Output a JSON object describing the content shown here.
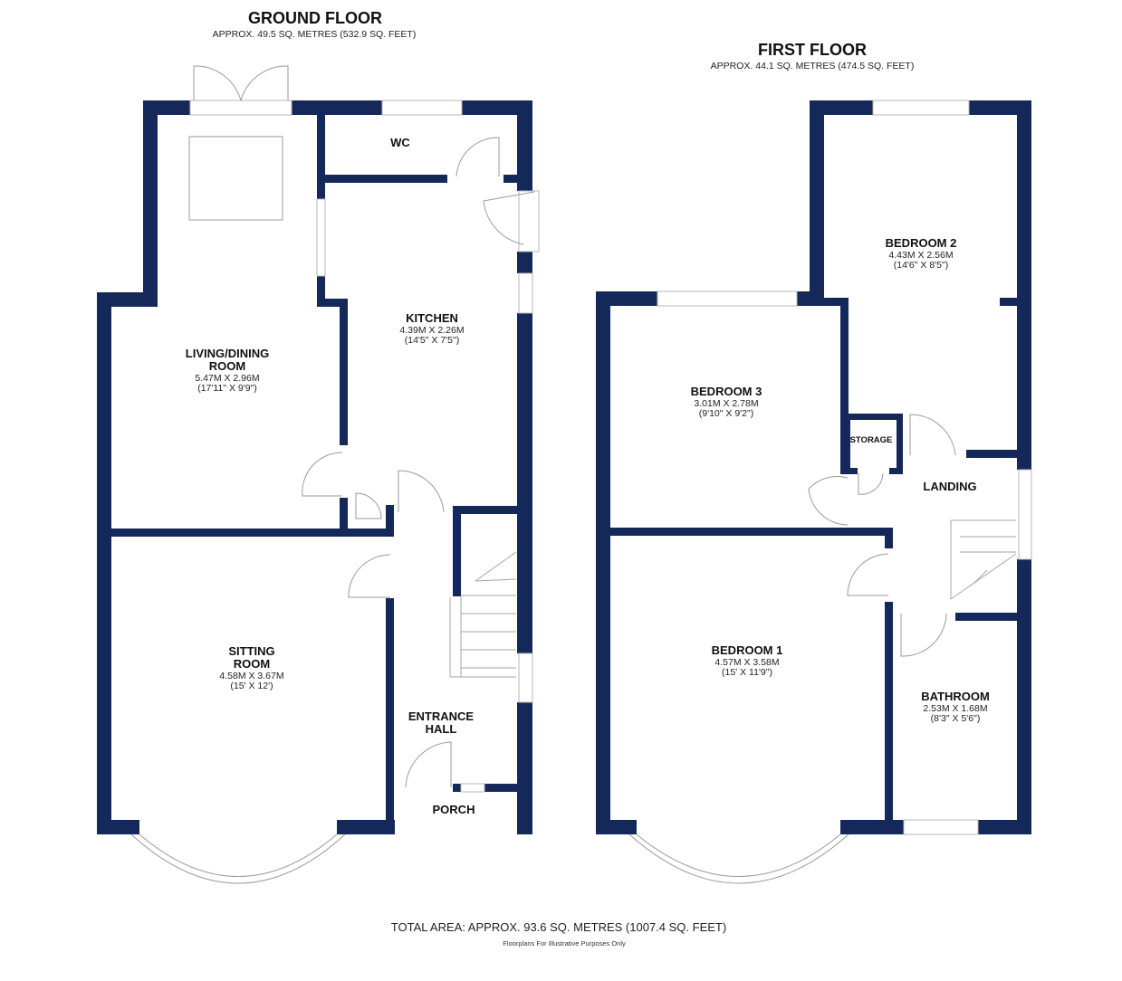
{
  "ground_floor": {
    "title": "GROUND FLOOR",
    "area": "APPROX. 49.5 SQ. METRES (532.9 SQ. FEET)",
    "rooms": {
      "wc": {
        "name": "WC"
      },
      "kitchen": {
        "name": "KITCHEN",
        "metric": "4.39M X 2.26M",
        "imperial": "(14'5\" X 7'5\")"
      },
      "living": {
        "name1": "LIVING/DINING",
        "name2": "ROOM",
        "metric": "5.47M X 2.96M",
        "imperial": "(17'11\" X 9'9\")"
      },
      "sitting": {
        "name1": "SITTING",
        "name2": "ROOM",
        "metric": "4.58M X 3.67M",
        "imperial": "(15' X 12')"
      },
      "hall": {
        "name1": "ENTRANCE",
        "name2": "HALL"
      },
      "porch": {
        "name": "PORCH"
      }
    }
  },
  "first_floor": {
    "title": "FIRST FLOOR",
    "area": "APPROX. 44.1 SQ. METRES (474.5 SQ. FEET)",
    "rooms": {
      "bedroom2": {
        "name": "BEDROOM 2",
        "metric": "4.43M X 2.56M",
        "imperial": "(14'6\" X 8'5\")"
      },
      "bedroom3": {
        "name": "BEDROOM 3",
        "metric": "3.01M X 2.78M",
        "imperial": "(9'10\" X 9'2\")"
      },
      "storage": {
        "name": "STORAGE"
      },
      "landing": {
        "name": "LANDING"
      },
      "bedroom1": {
        "name": "BEDROOM 1",
        "metric": "4.57M X 3.58M",
        "imperial": "(15' X 11'9\")"
      },
      "bathroom": {
        "name": "BATHROOM",
        "metric": "2.53M X 1.68M",
        "imperial": "(8'3\" X 5'6\")"
      }
    }
  },
  "footer": {
    "total_area": "TOTAL AREA: APPROX. 93.6 SQ. METRES (1007.4 SQ. FEET)",
    "disclaimer": "Floorplans For Illustrative Purposes Only"
  },
  "colors": {
    "wall": "#14295a",
    "background": "#ffffff"
  }
}
